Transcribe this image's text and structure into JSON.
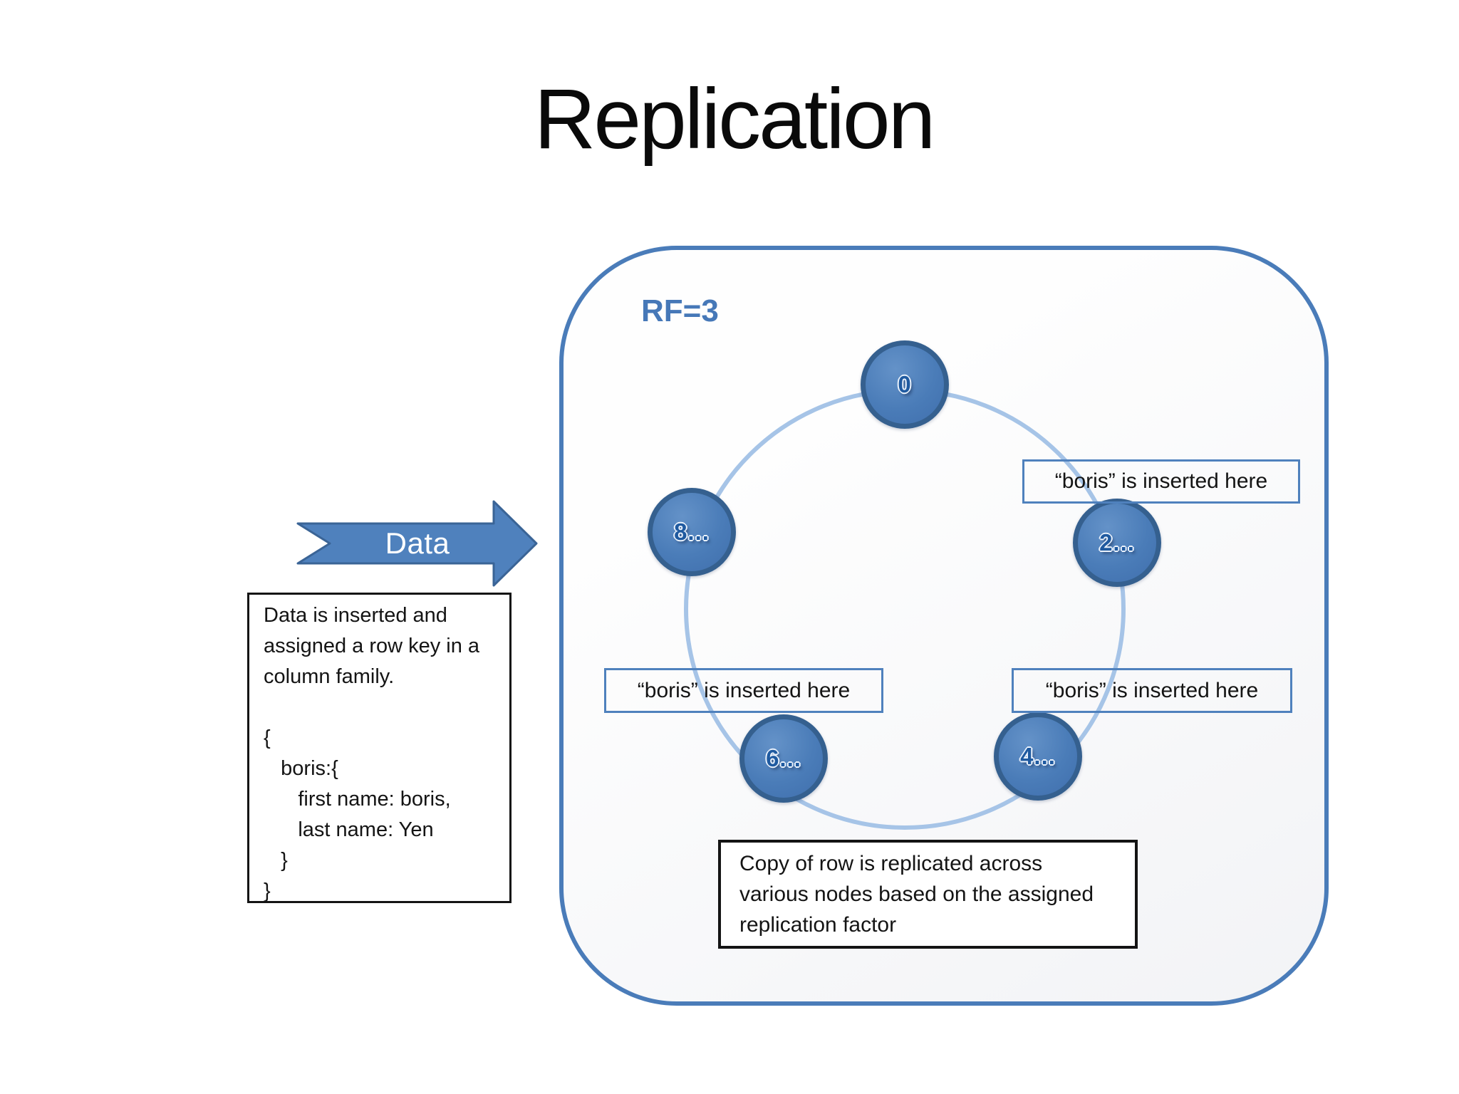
{
  "title": "Replication",
  "data_flow": {
    "arrow_label": "Data"
  },
  "insert_note": {
    "lines": [
      "Data is inserted and",
      "assigned a row key in a",
      "column family.",
      "",
      "{",
      "   boris:{",
      "      first name: boris,",
      "      last name: Yen",
      "   }",
      "}"
    ]
  },
  "panel": {
    "rf_label": "RF=3",
    "nodes": [
      {
        "id": "node-0",
        "label": "0"
      },
      {
        "id": "node-2",
        "label": "2..."
      },
      {
        "id": "node-4",
        "label": "4..."
      },
      {
        "id": "node-6",
        "label": "6..."
      },
      {
        "id": "node-8",
        "label": "8..."
      }
    ],
    "callouts": [
      {
        "text": "“boris” is inserted here"
      },
      {
        "text": "“boris” is inserted here"
      },
      {
        "text": "“boris” is inserted here"
      }
    ],
    "replication_note": {
      "lines": [
        "Copy of row is replicated across",
        "various nodes based on the assigned",
        "replication factor"
      ]
    }
  },
  "colors": {
    "accent_blue": "#4f81bd",
    "node_border_blue": "#35608f",
    "ring_light_blue": "#a6c4e7",
    "arrow_outline": "#3a6496",
    "text_black": "#141414"
  }
}
